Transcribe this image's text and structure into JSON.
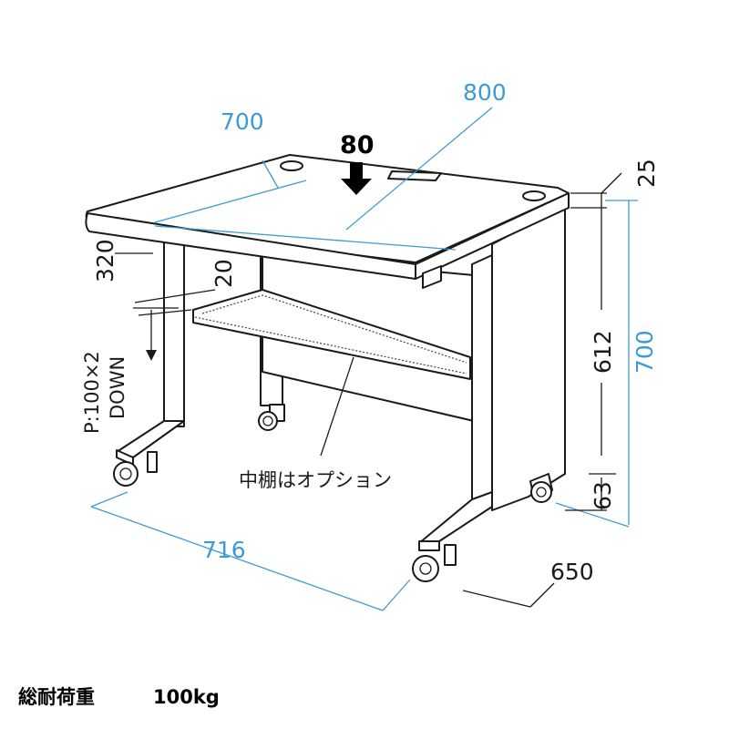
{
  "dimensions": {
    "top_depth": "700",
    "top_width": "800",
    "top_thickness": "25",
    "leg_depth": "716",
    "base_depth": "650",
    "total_height": "700",
    "under_height": "612",
    "caster_height": "63",
    "shelf_drop": "320",
    "shelf_thickness": "20"
  },
  "load": {
    "value": "80"
  },
  "shelf_pitch": {
    "line1": "P:100×2",
    "line2": "DOWN"
  },
  "shelf_note": "中棚はオプション",
  "spec": {
    "label": "総耐荷重",
    "value": "100kg"
  },
  "colors": {
    "dimension_blue": "#3d9bd4",
    "line_black": "#1a1a1a"
  }
}
